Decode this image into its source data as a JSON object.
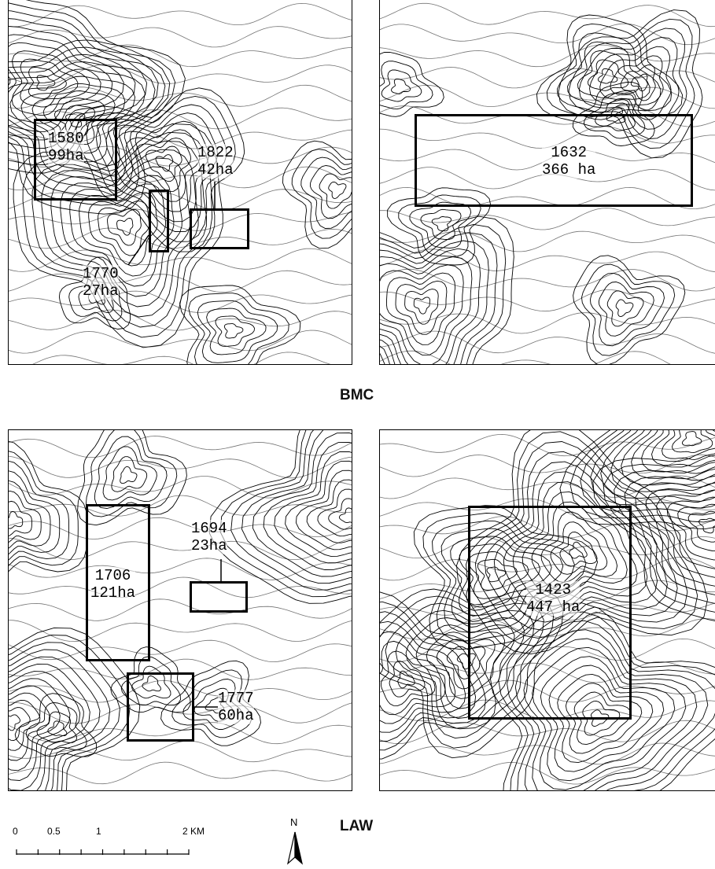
{
  "labels": {
    "site_top": "BMC",
    "site_bottom": "LAW"
  },
  "panels": [
    {
      "id": "bmc-left",
      "areas": [
        {
          "num": "1580",
          "area": "99ha"
        },
        {
          "num": "1822",
          "area": "42ha"
        },
        {
          "num": "1770",
          "area": "27ha"
        }
      ]
    },
    {
      "id": "bmc-right",
      "areas": [
        {
          "num": "1632",
          "area": "366 ha"
        }
      ]
    },
    {
      "id": "law-left",
      "areas": [
        {
          "num": "1694",
          "area": "23ha"
        },
        {
          "num": "1706",
          "area": "121ha"
        },
        {
          "num": "1777",
          "area": "60ha"
        }
      ]
    },
    {
      "id": "law-right",
      "areas": [
        {
          "num": "1423",
          "area": "447 ha"
        }
      ]
    }
  ],
  "scale": {
    "ticks": [
      "0",
      "0.5",
      "1",
      "2 KM"
    ]
  },
  "north": {
    "label": "N"
  },
  "colors": {
    "contour": "#000000",
    "background": "#ffffff"
  }
}
